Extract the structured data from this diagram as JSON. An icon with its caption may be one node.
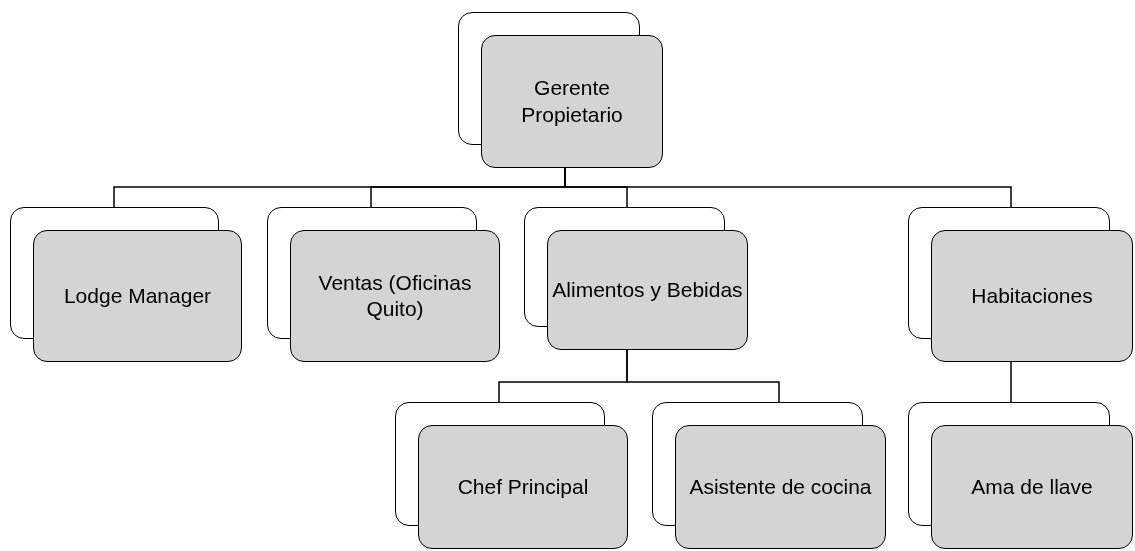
{
  "diagram": {
    "nodes": [
      {
        "text": [
          "Gerente Propietario"
        ]
      },
      {
        "text": [
          "Lodge Manager"
        ]
      },
      {
        "text": [
          "Ventas (Oficinas Quito)"
        ]
      },
      {
        "text": [
          "Alimentos y Bebidas"
        ]
      },
      {
        "text": [
          "Habitaciones"
        ]
      },
      {
        "text": [
          "Chef Principal"
        ]
      },
      {
        "text": [
          "Asistente de cocina"
        ]
      },
      {
        "text": [
          "Ama de llave"
        ]
      }
    ],
    "edges": [
      {
        "from": 0,
        "to": 1,
        "arrow": "none"
      },
      {
        "from": 0,
        "to": 2,
        "arrow": "none"
      },
      {
        "from": 0,
        "to": 3,
        "arrow": "none"
      },
      {
        "from": 0,
        "to": 4,
        "arrow": "none"
      },
      {
        "from": 3,
        "to": 5,
        "arrow": "none"
      },
      {
        "from": 3,
        "to": 6,
        "arrow": "none"
      },
      {
        "from": 4,
        "to": 7,
        "arrow": "none"
      }
    ]
  }
}
